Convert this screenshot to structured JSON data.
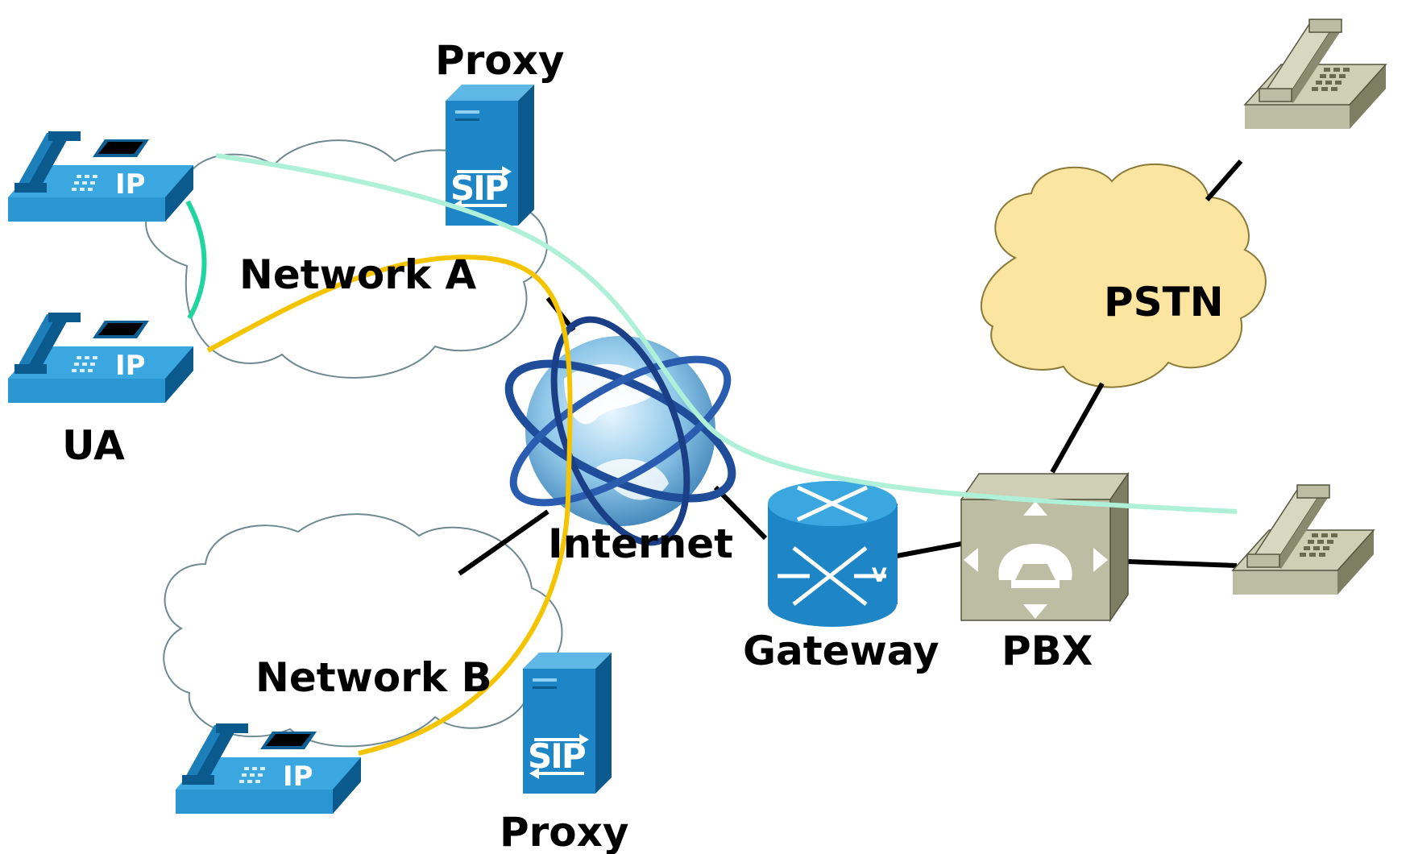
{
  "labels": {
    "proxy_top": "Proxy",
    "proxy_bottom": "Proxy",
    "network_a": "Network A",
    "network_b": "Network B",
    "internet": "Internet",
    "ua": "UA",
    "gateway": "Gateway",
    "pbx": "PBX",
    "pstn": "PSTN"
  },
  "device_text": {
    "ip_phone": "IP",
    "sip_server": "SIP",
    "gateway_mark": "V"
  },
  "colors": {
    "ip_device_blue": "#2a96d2",
    "ip_device_dark": "#0b5a8e",
    "network_cloud_stroke": "#6e8a90",
    "pstn_cloud_fill": "#fbe5a0",
    "pstn_cloud_stroke": "#8a7a3a",
    "legacy_device": "#bdbda3",
    "legacy_device_dark": "#6a6a50",
    "path_yellow": "#f5c400",
    "path_mint": "#aef0d8",
    "path_teal": "#22d5a0",
    "link_black": "#000000"
  },
  "icons": {
    "ip_phone": "ip-phone-icon",
    "sip_proxy": "sip-proxy-server-icon",
    "internet": "globe-icon",
    "gateway": "voice-gateway-router-icon",
    "pbx": "pbx-switch-icon",
    "analog_phone": "analog-telephone-icon"
  }
}
